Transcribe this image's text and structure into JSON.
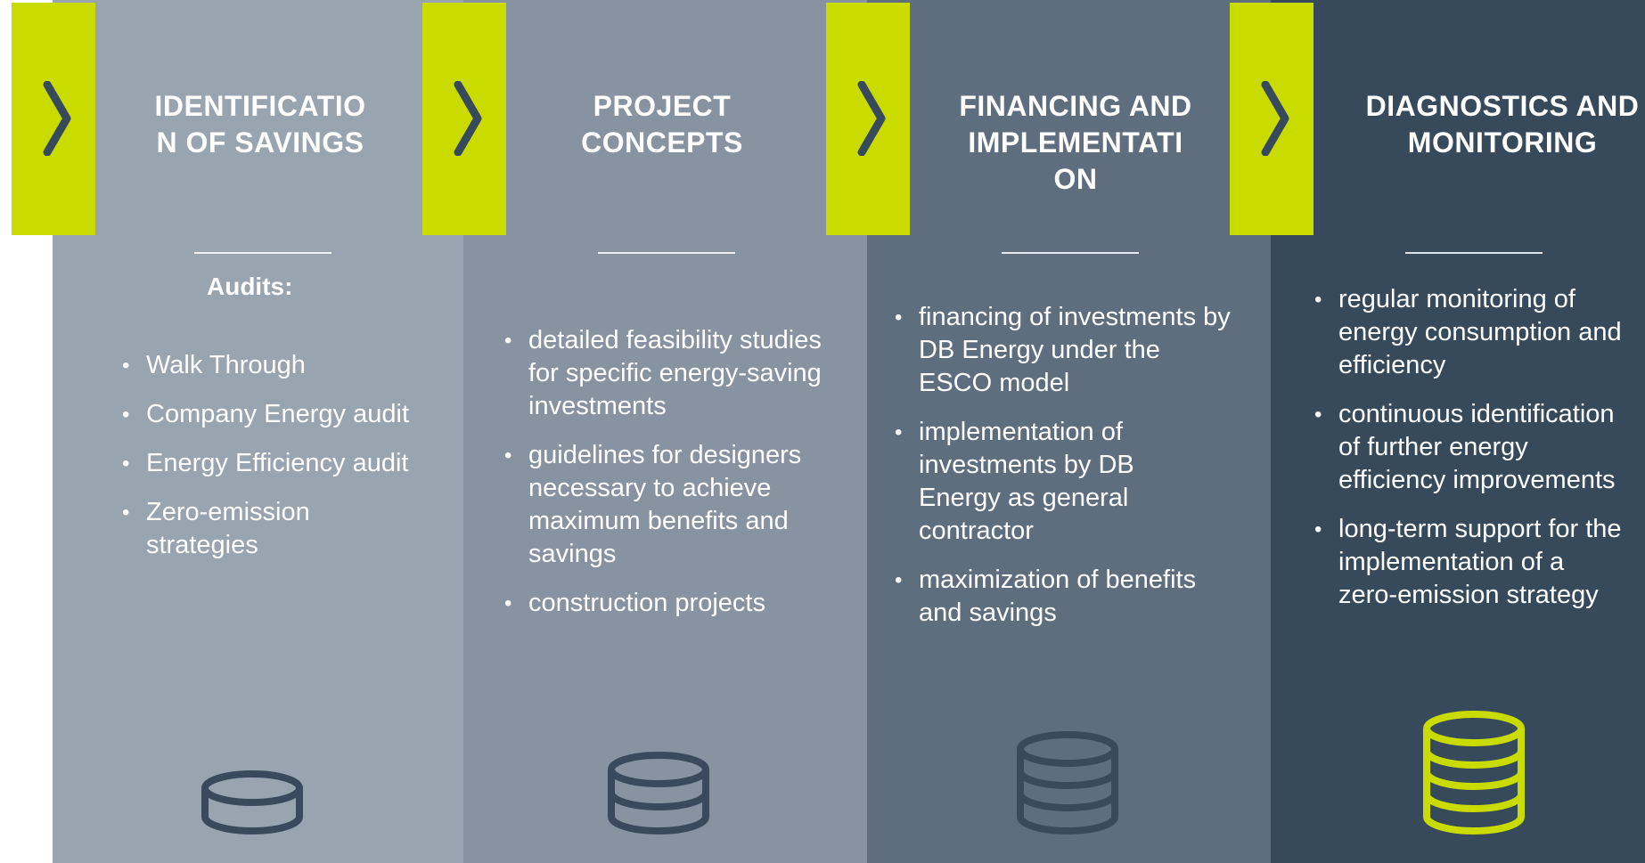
{
  "colors": {
    "accent": "#cadb00",
    "col1": "#98a4af",
    "col2": "#8793a0",
    "col3": "#5e6e7f",
    "col4": "#364a5c",
    "coin_dark": "#3a4a5c"
  },
  "icons": {
    "tab": "chevron-right-icon",
    "stack": "coin-stack-icon"
  },
  "steps": [
    {
      "title": "IDENTIFICATIO\nN OF SAVINGS",
      "subtitle": "Audits:",
      "items": [
        "Walk Through",
        "Company Energy audit",
        "Energy Efficiency audit",
        "Zero-emission strategies"
      ]
    },
    {
      "title": "PROJECT\nCONCEPTS",
      "items": [
        "detailed feasibility studies for specific energy-saving investments",
        "guidelines for designers necessary to achieve maximum benefits and savings",
        "construction projects"
      ]
    },
    {
      "title": "FINANCING AND\nIMPLEMENTATI\nON",
      "items": [
        "financing of investments by DB Energy under the ESCO model",
        "implementation of investments by DB Energy as general contractor",
        "maximization of benefits and savings"
      ]
    },
    {
      "title": "DIAGNOSTICS AND\nMONITORING",
      "items": [
        "regular monitoring of energy consumption and efficiency",
        "continuous identification of further energy efficiency improvements",
        "long-term support for the implementation of a zero-emission strategy"
      ]
    }
  ]
}
